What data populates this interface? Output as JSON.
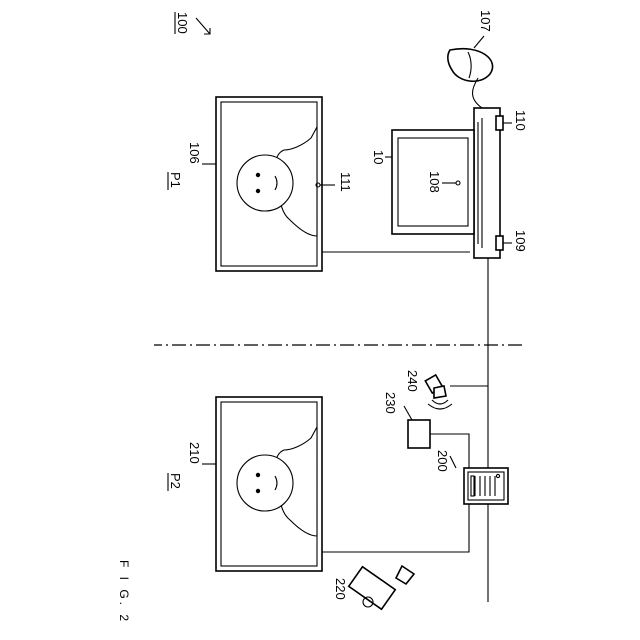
{
  "figure_caption": "F I G. 2",
  "system_ref": "100",
  "sites": {
    "p1": "P1",
    "p2": "P2"
  },
  "labels": {
    "monitor_p1": "106",
    "mouse": "107",
    "laptop": "10",
    "laptop_screen": "108",
    "laptop_port_top": "110",
    "laptop_port_bottom": "109",
    "monitor_p1_camera": "111",
    "monitor_p2": "210",
    "server": "200",
    "box_230": "230",
    "light_240": "240",
    "camera_220": "220"
  }
}
